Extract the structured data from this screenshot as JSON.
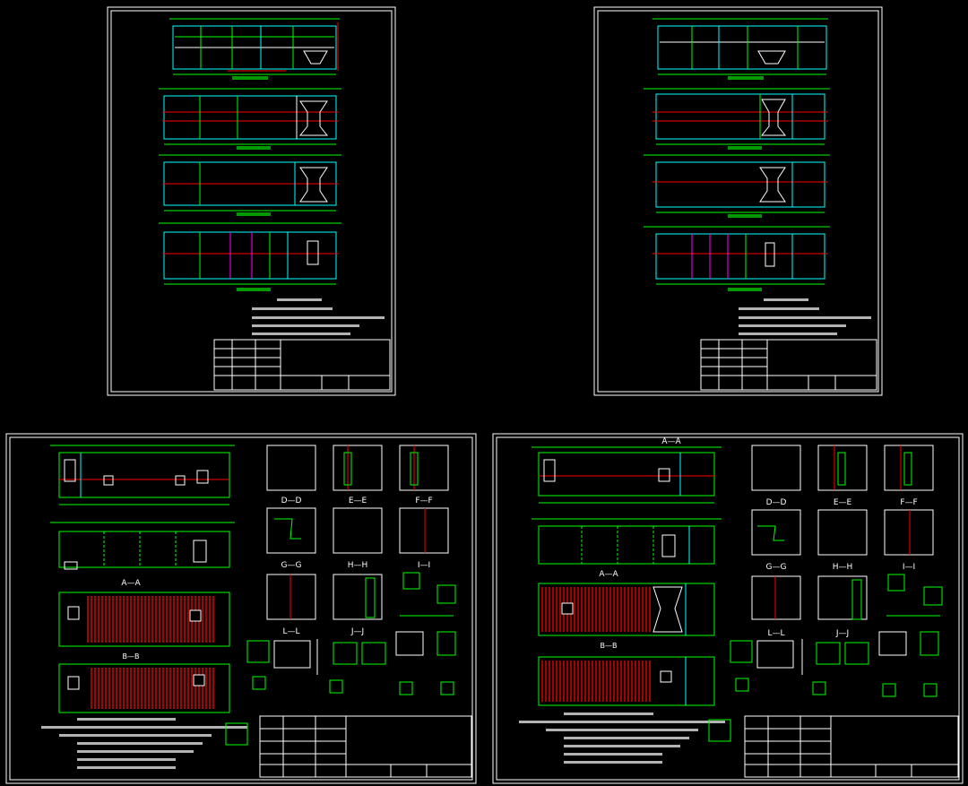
{
  "sheets": [
    {
      "id": "top-left",
      "kind": "plan"
    },
    {
      "id": "top-right",
      "kind": "plan"
    },
    {
      "id": "bottom-left",
      "kind": "section",
      "labels": {
        "aa": "A—A",
        "bb": "B—B",
        "dd": "D—D",
        "ee": "E—E",
        "ff": "F—F",
        "gg": "G—G",
        "hh": "H—H",
        "ii": "I—I",
        "ll": "L—L",
        "jj": "J—J"
      }
    },
    {
      "id": "bottom-right",
      "kind": "section",
      "labels": {
        "aa": "A—A",
        "bb": "B—B",
        "dd": "D—D",
        "ee": "E—E",
        "ff": "F—F",
        "gg": "G—G",
        "hh": "H—H",
        "ii": "I—I",
        "ll": "L—L",
        "jj": "J—J"
      }
    }
  ],
  "colors": {
    "frame": "#ffffff",
    "green": "#00ff00",
    "cyan": "#00ffff",
    "red": "#ff0000",
    "magenta": "#ff00ff",
    "yellow": "#ffff00"
  }
}
